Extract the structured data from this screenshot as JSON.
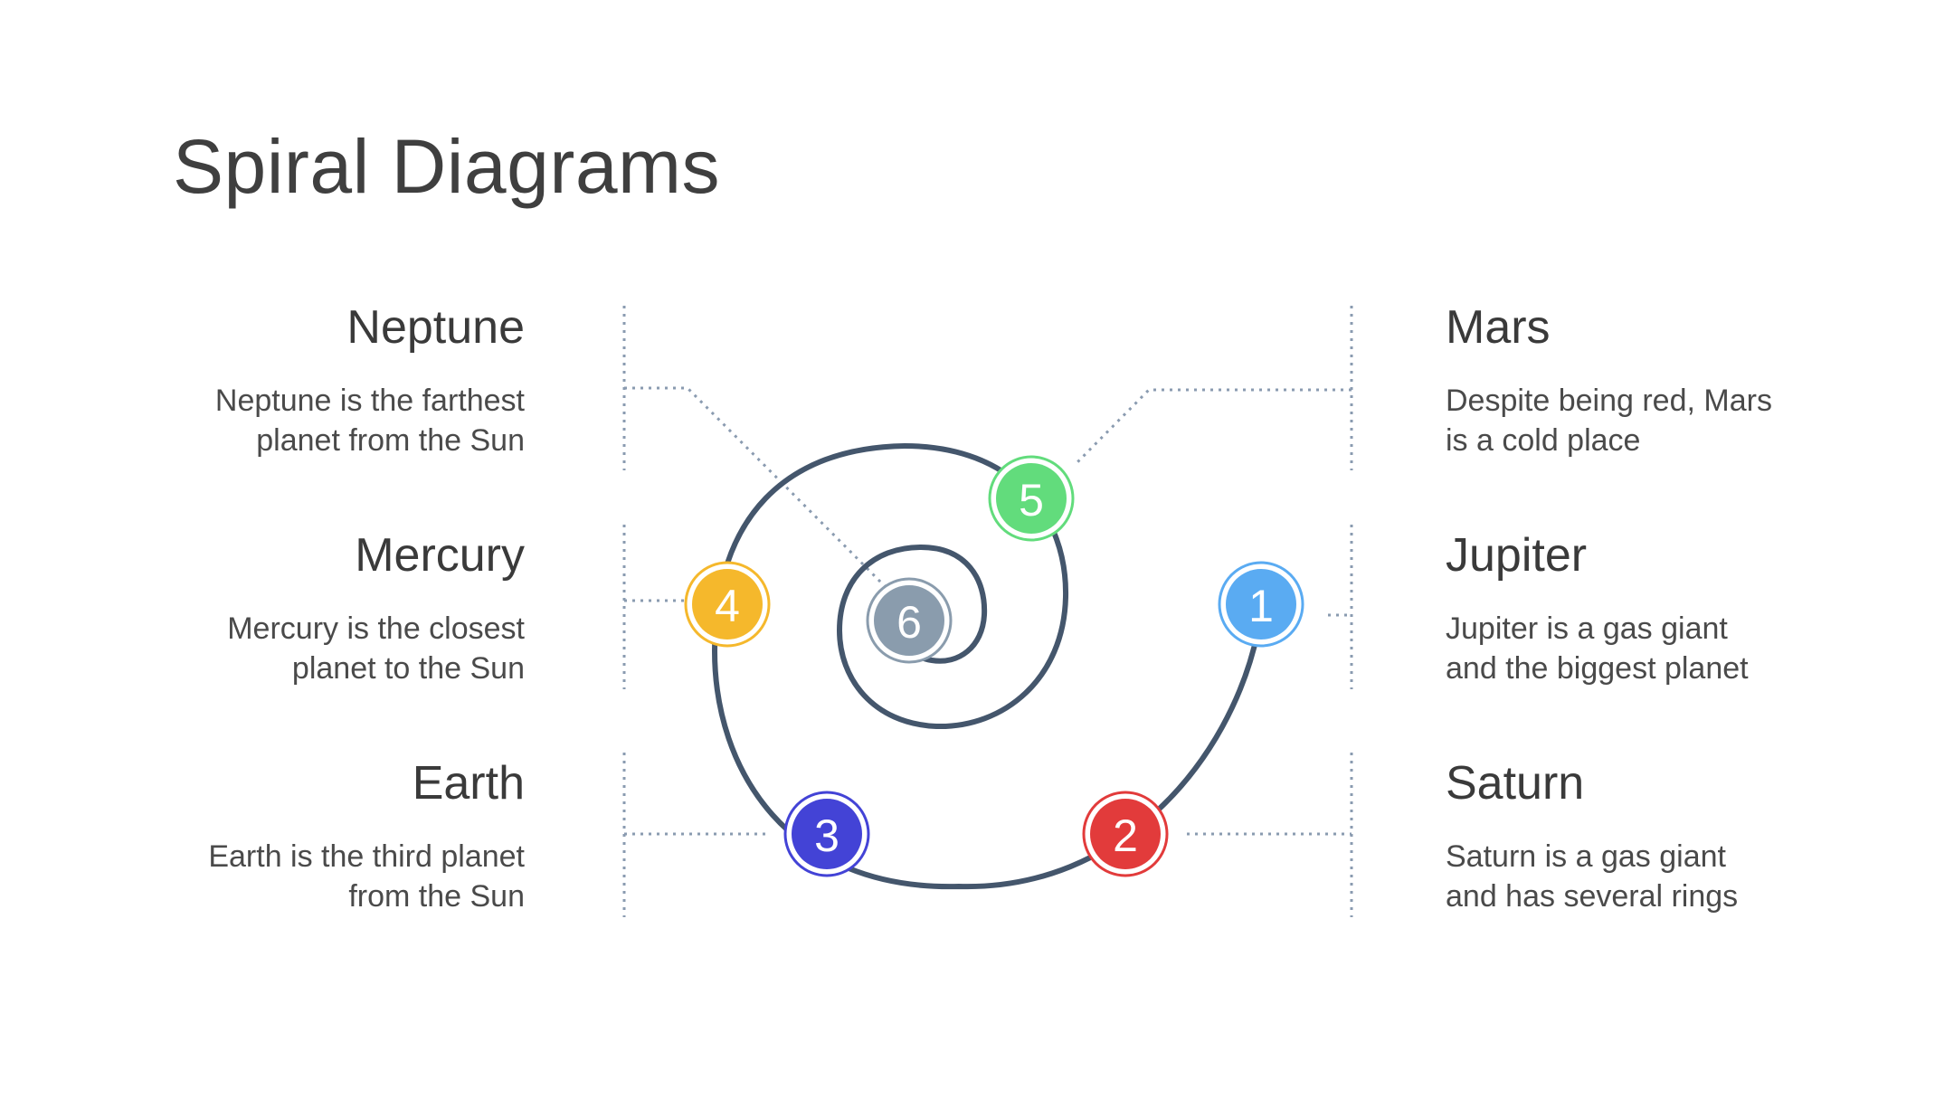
{
  "title": "Spiral Diagrams",
  "items": {
    "neptune": {
      "heading": "Neptune",
      "line1": "Neptune is the farthest",
      "line2": "planet from the Sun"
    },
    "mercury": {
      "heading": "Mercury",
      "line1": "Mercury is the closest",
      "line2": "planet to the Sun"
    },
    "earth": {
      "heading": "Earth",
      "line1": "Earth is the third planet",
      "line2": "from the Sun"
    },
    "mars": {
      "heading": "Mars",
      "line1": "Despite being red, Mars",
      "line2": "is a cold place"
    },
    "jupiter": {
      "heading": "Jupiter",
      "line1": "Jupiter is a gas giant",
      "line2": "and the biggest planet"
    },
    "saturn": {
      "heading": "Saturn",
      "line1": "Saturn is a gas giant",
      "line2": "and has several rings"
    }
  },
  "nodes": [
    {
      "label": "1",
      "color": "#5aabf2"
    },
    {
      "label": "2",
      "color": "#e23b3b"
    },
    {
      "label": "3",
      "color": "#4343d6"
    },
    {
      "label": "4",
      "color": "#f5b82c"
    },
    {
      "label": "5",
      "color": "#62dc7c"
    },
    {
      "label": "6",
      "color": "#8a9cad"
    }
  ],
  "colors": {
    "spiral": "#44566c",
    "connector": "#8a9bb0"
  }
}
